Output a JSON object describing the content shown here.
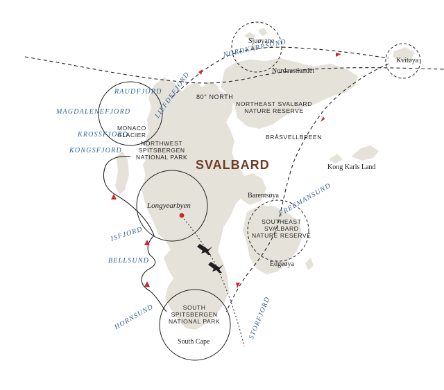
{
  "colors": {
    "land": "#e5e2da",
    "route": "#1f1f1f",
    "arrow": "#d3232a",
    "sea_label": "#2f5f94",
    "title": "#6e3a24",
    "city_dot": "#d3232a"
  },
  "map": {
    "title": "SVALBARD",
    "latitude_label": "80° NORTH"
  },
  "places": {
    "sjuoyane": "Sjuøyane",
    "kvitoya": "Kvitøya",
    "nordaustlandet": "Nordaustlandet",
    "monaco_glacier": [
      "MONACO",
      "GLACIER"
    ],
    "ne_reserve": [
      "NORTHEAST SVALBARD",
      "NATURE RESERVE"
    ],
    "brasvellbreen": "BRÅSVELLBREEN",
    "nw_park": [
      "NORTHWEST",
      "SPITSBERGEN",
      "NATIONAL PARK"
    ],
    "kong_karls_land": "Kong Karls Land",
    "barentsoya": "Barentsøya",
    "longyearbyen": "Longyearbyen",
    "se_reserve": [
      "SOUTHEAST",
      "SVALBARD",
      "NATURE RESERVE"
    ],
    "edgeoya": "Edgeøya",
    "south_park": [
      "SOUTH",
      "SPITSBERGEN",
      "NATIONAL PARK"
    ],
    "south_cape": "South Cape"
  },
  "seas": {
    "nordkappsund": "NORDKAPPSUND",
    "raudfjord": "RAUDFJORD",
    "liefdefjord": "LIEFDEFJORD",
    "magdalenefjord": "MAGDALENEFJORD",
    "krossfjord": "KROSSFJORD",
    "kongsfjord": "KONGSFJORD",
    "freemansund": "FREEMANSUND",
    "isfjord": "ISFJORD",
    "bellsund": "BELLSUND",
    "storfjord": "STORFJORD",
    "hornsund": "HORNSUND"
  },
  "icons": {
    "plane": "airplane-icon",
    "direction": "route-arrow-icon",
    "city": "city-marker-icon"
  }
}
